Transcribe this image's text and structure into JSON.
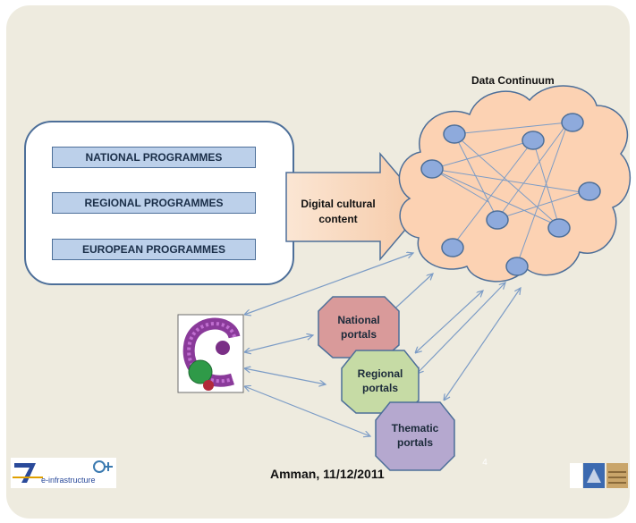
{
  "programmes": [
    "NATIONAL PROGRAMMES",
    "REGIONAL PROGRAMMES",
    "EUROPEAN PROGRAMMES"
  ],
  "arrow_label": "Digital cultural content",
  "cloud_label": "Data Continuum",
  "portals": [
    {
      "label": "National portals",
      "color": "#d99a9a"
    },
    {
      "label": "Regional portals",
      "color": "#c6dba5"
    },
    {
      "label": "Thematic portals",
      "color": "#b5a8cf"
    }
  ],
  "footer": {
    "location_date": "Amman, 11/12/2011",
    "page_number": "4",
    "logo_text": "e-infrastructure"
  },
  "colors": {
    "slide_bg": "#eeebdf",
    "cloud_fill": "#fcd2b3",
    "node_fill": "#8eaadc",
    "connector": "#7c9cc6"
  }
}
